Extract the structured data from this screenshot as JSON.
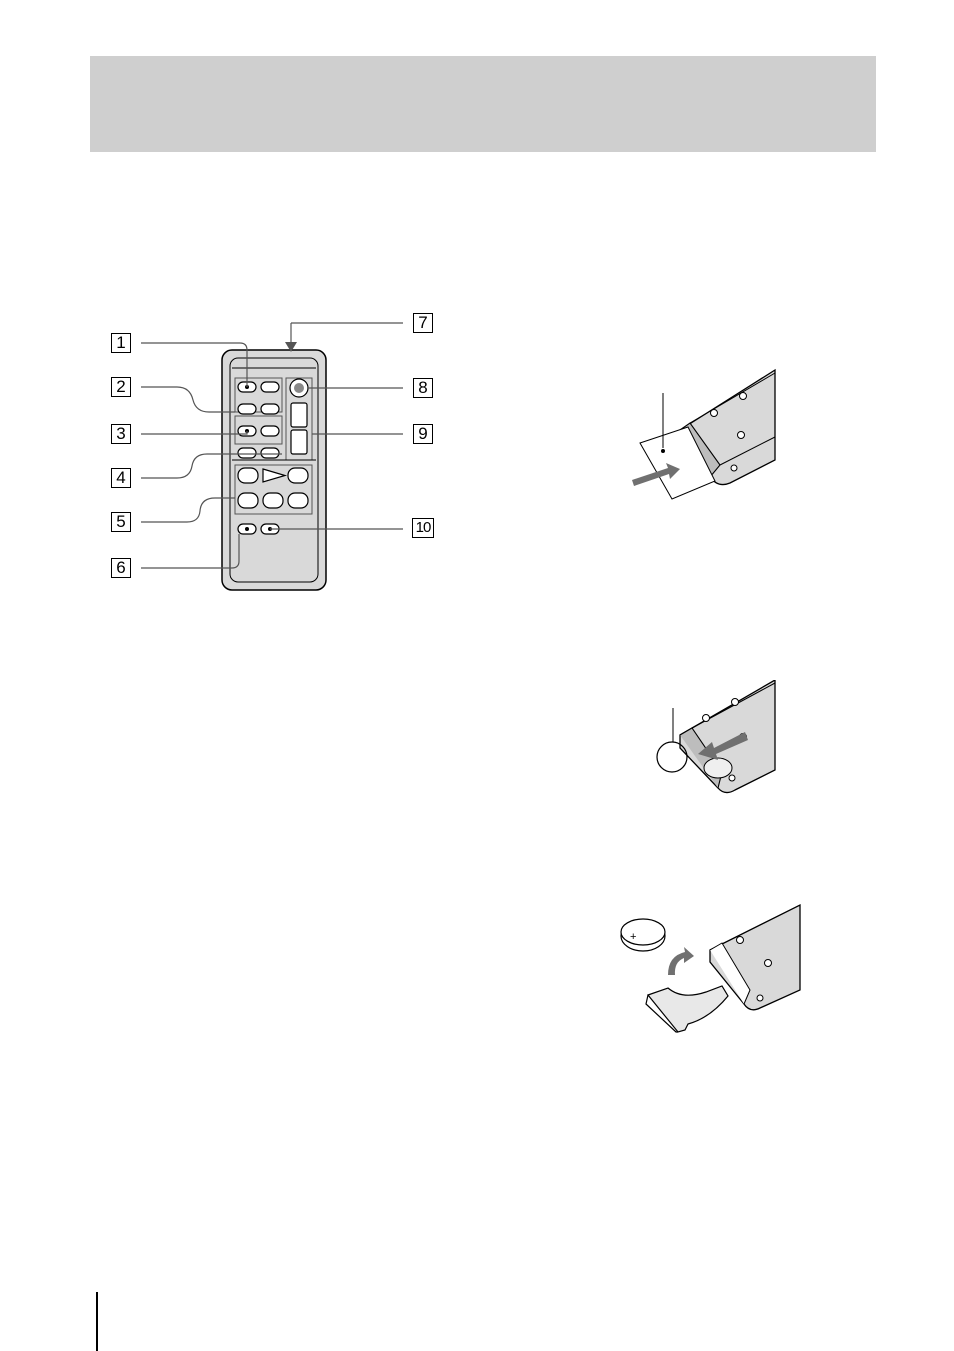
{
  "page": {
    "header_title": ""
  },
  "remote_callouts": [
    {
      "id": "1",
      "label": "1"
    },
    {
      "id": "2",
      "label": "2"
    },
    {
      "id": "3",
      "label": "3"
    },
    {
      "id": "4",
      "label": "4"
    },
    {
      "id": "5",
      "label": "5"
    },
    {
      "id": "6",
      "label": "6"
    },
    {
      "id": "7",
      "label": "7"
    },
    {
      "id": "8",
      "label": "8"
    },
    {
      "id": "9",
      "label": "9"
    },
    {
      "id": "10",
      "label": "10"
    }
  ],
  "illustrations": [
    {
      "name": "remove-insulation-sheet",
      "icon": "remote-tab-icon"
    },
    {
      "name": "push-battery-holder-tab",
      "icon": "remote-tab-icon"
    },
    {
      "name": "replace-lithium-battery",
      "icon": "coin-battery-icon",
      "battery_mark": "+"
    }
  ]
}
